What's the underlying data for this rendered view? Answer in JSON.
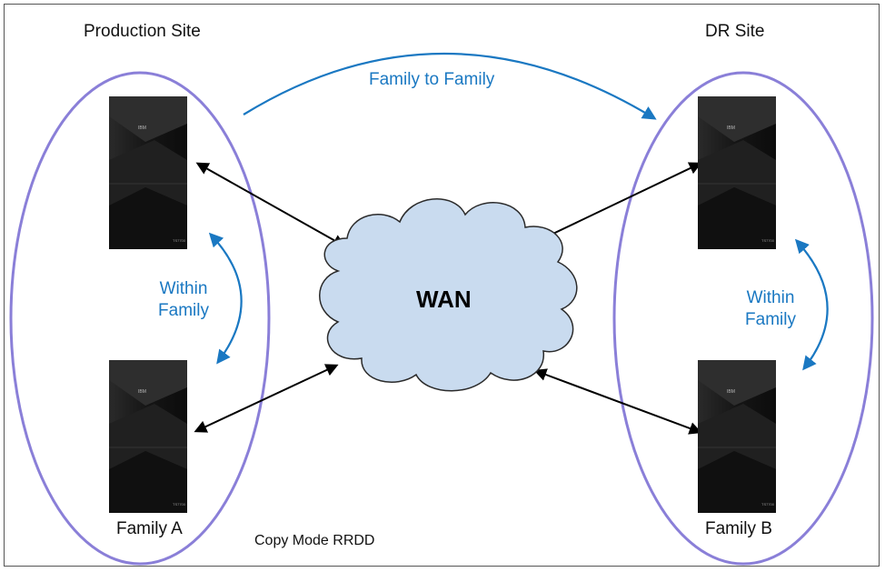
{
  "sites": {
    "production": "Production Site",
    "dr": "DR Site"
  },
  "links": {
    "family_to_family": "Family to Family",
    "within_family_left": [
      "Within",
      "Family"
    ],
    "within_family_right": [
      "Within",
      "Family"
    ]
  },
  "network": {
    "wan": "WAN"
  },
  "families": {
    "a": "Family A",
    "b": "Family B"
  },
  "copy_mode": "Copy Mode RRDD",
  "colors": {
    "ellipse": "#8a7fd8",
    "link_blue": "#1a78c2",
    "cloud_fill": "#c9dbef",
    "cloud_stroke": "#2b2b2b",
    "server": "#1c1c1c"
  },
  "icons": [
    "server-icon",
    "cloud-icon",
    "double-arrow-icon"
  ]
}
